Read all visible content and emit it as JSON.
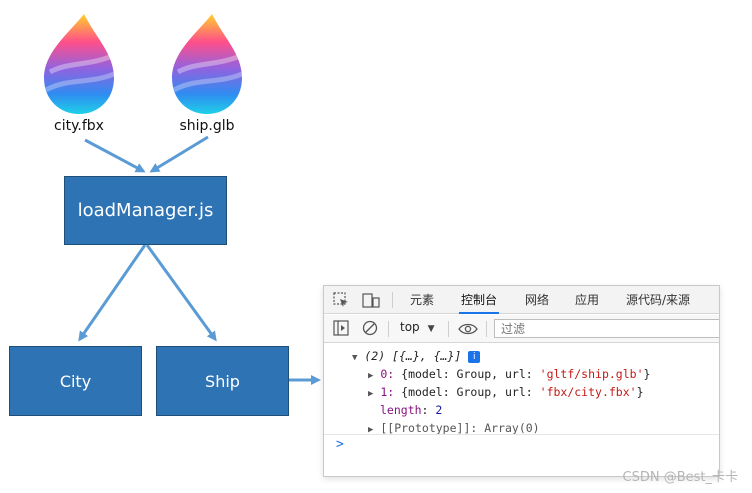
{
  "files": [
    {
      "label": "city.fbx"
    },
    {
      "label": "ship.glb"
    }
  ],
  "nodes": {
    "loader": "loadManager.js",
    "city": "City",
    "ship": "Ship"
  },
  "devtools": {
    "tabs": [
      "元素",
      "控制台",
      "网络",
      "应用",
      "源代码/来源"
    ],
    "active_tab": "控制台",
    "context": "top",
    "filter_placeholder": "过滤",
    "console": {
      "summary": "(2) [{…}, {…}]",
      "info_badge": "i",
      "item0_index": "0:",
      "item0_pre": "{model: Group, url: ",
      "item0_url": "'gltf/ship.glb'",
      "item0_post": "}",
      "item1_index": "1:",
      "item1_pre": "{model: Group, url: ",
      "item1_url": "'fbx/city.fbx'",
      "item1_post": "}",
      "length_key": "length",
      "length_sep": ": ",
      "length_value": "2",
      "prototype": "[[Prototype]]: Array(0)",
      "prompt": ">"
    }
  },
  "watermark": "CSDN @Best_卡卡",
  "colors": {
    "box_fill": "#2e74b5",
    "arrow": "#5b9bd5",
    "accent": "#1a73e8"
  }
}
